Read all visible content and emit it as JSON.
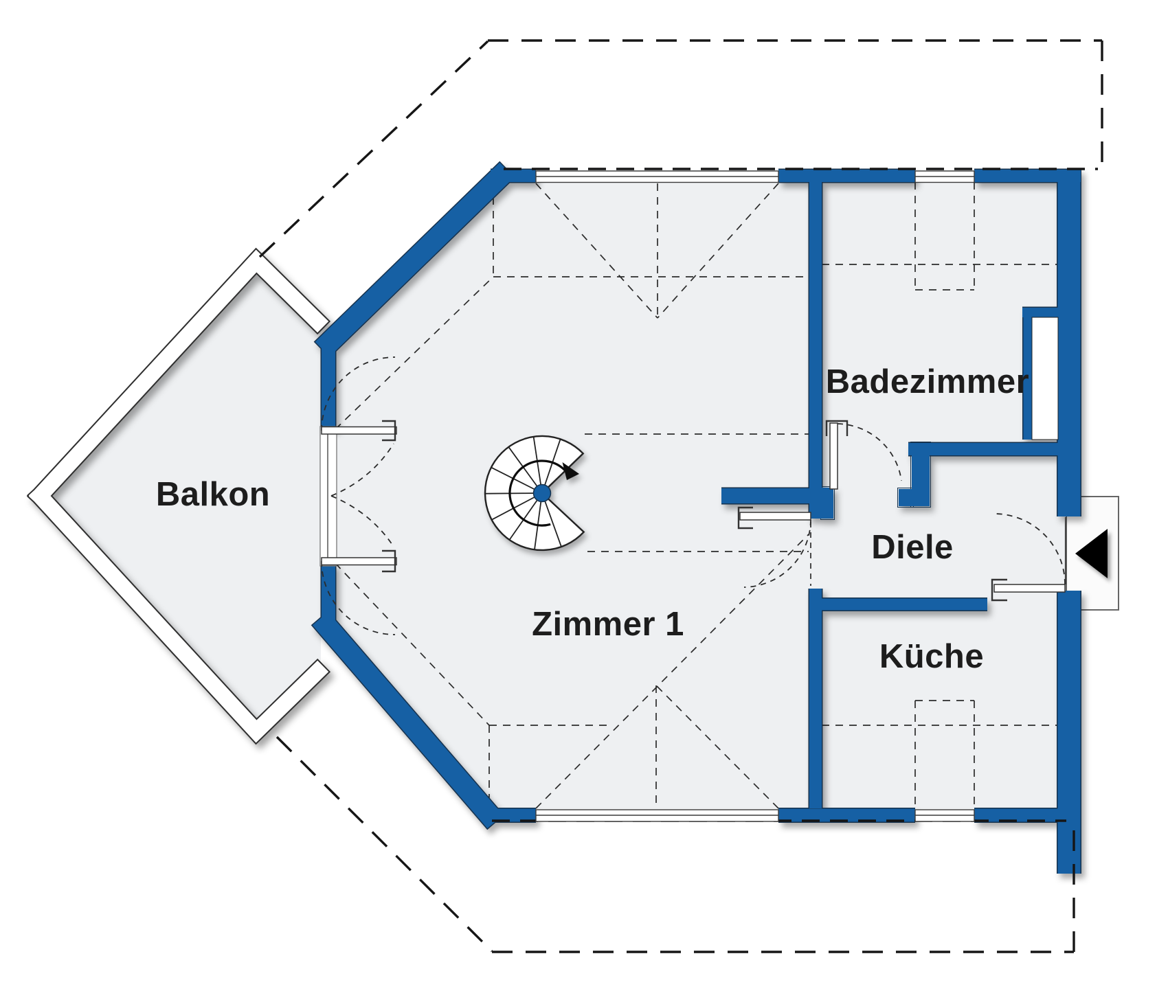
{
  "rooms": {
    "balcony": {
      "label": "Balkon"
    },
    "room1": {
      "label": "Zimmer 1"
    },
    "bathroom": {
      "label": "Badezimmer"
    },
    "hall": {
      "label": "Diele"
    },
    "kitchen": {
      "label": "Küche"
    }
  },
  "colors": {
    "wall": "#1660a4",
    "wall_outline": "#16314d",
    "floor": "#eef0f2",
    "line": "#2b2b2b",
    "label": "#1d1d1d"
  },
  "icons": {
    "stairs": "spiral-staircase",
    "entrance": "entrance-arrow",
    "doors": "door-swing"
  }
}
